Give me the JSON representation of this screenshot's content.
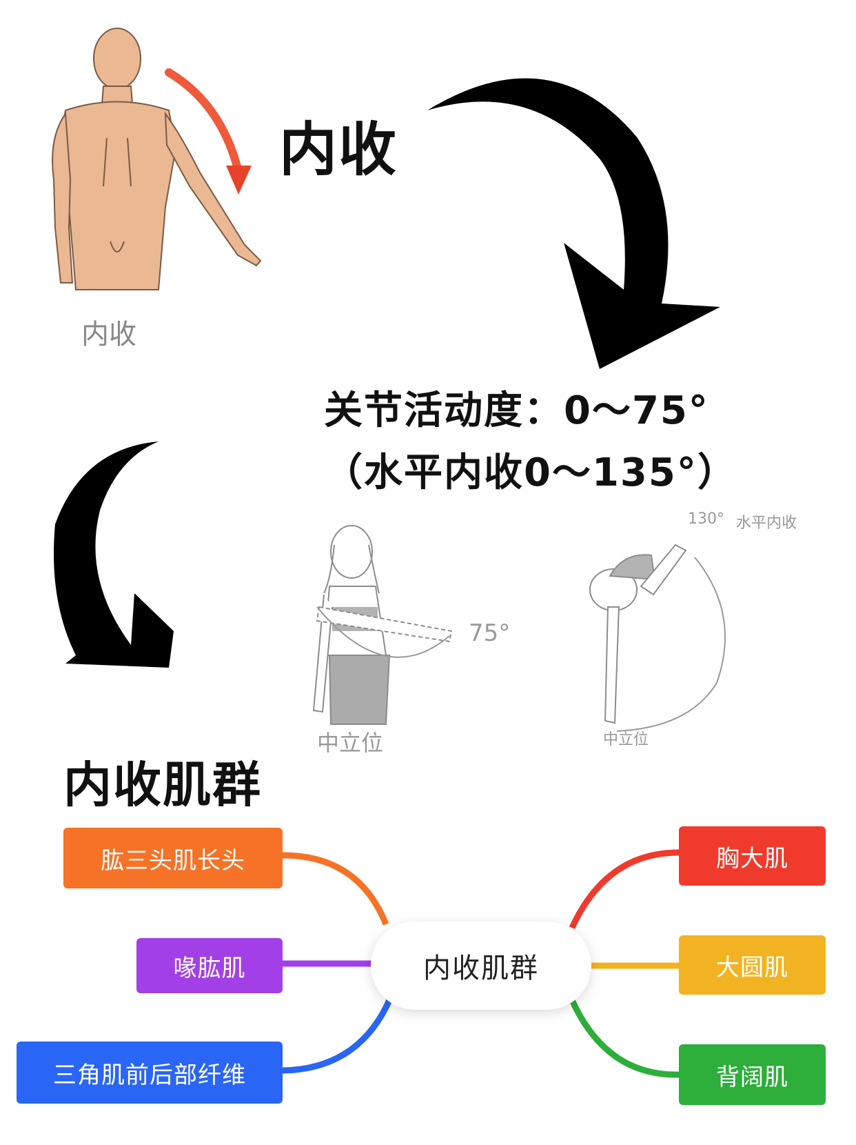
{
  "top": {
    "figure_caption": "内收",
    "heading": "内收"
  },
  "range": {
    "line1": "关节活动度：0～75°",
    "line2": "（水平内收0～135°）"
  },
  "angles": {
    "left_angle": "75°",
    "left_caption": "中立位",
    "right_angle": "130°",
    "right_label": "水平内收",
    "right_caption": "中立位"
  },
  "muscles_heading": "内收肌群",
  "mindmap": {
    "center": "内收肌群",
    "left": [
      {
        "label": "肱三头肌长头",
        "color": "#f57226"
      },
      {
        "label": "喙肱肌",
        "color": "#a23fe6"
      },
      {
        "label": "三角肌前后部纤维",
        "color": "#2a66f5"
      }
    ],
    "right": [
      {
        "label": "胸大肌",
        "color": "#f03a2c"
      },
      {
        "label": "大圆肌",
        "color": "#f2b322"
      },
      {
        "label": "背阔肌",
        "color": "#2dae3b"
      }
    ]
  }
}
